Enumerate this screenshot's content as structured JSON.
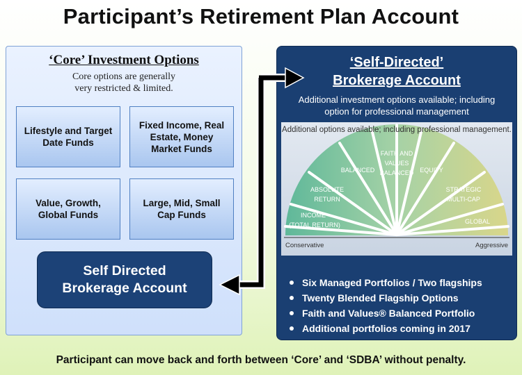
{
  "title": "Participant’s Retirement Plan Account",
  "core": {
    "heading": "‘Core’ Investment Options",
    "subtitle_line1": "Core options are generally",
    "subtitle_line2": "very restricted & limited.",
    "boxes": [
      {
        "line1": "Lifestyle and Target",
        "line2": "Date Funds",
        "line3": ""
      },
      {
        "line1": "Fixed Income, Real",
        "line2": "Estate, Money",
        "line3": "Market Funds"
      },
      {
        "line1": "Value, Growth,",
        "line2": "Global Funds",
        "line3": ""
      },
      {
        "line1": "Large, Mid, Small",
        "line2": "Cap Funds",
        "line3": ""
      }
    ],
    "sdba_button_line1": "Self Directed",
    "sdba_button_line2": "Brokerage Account"
  },
  "sdba": {
    "title_line1": "‘Self-Directed’",
    "title_line2": "Brokerage Account",
    "subtitle_line1": "Additional investment options available; including",
    "subtitle_line2": "option for professional management",
    "graphic": {
      "heading": "Additional options available; including professional management.",
      "labels": {
        "income_1": "INCOME",
        "income_2": "(TOTAL RETURN)",
        "absolute_1": "ABSOLUTE",
        "absolute_2": "RETURN",
        "balanced": "BALANCED",
        "faith_1": "FAITH AND",
        "faith_2": "VALUES",
        "faith_3": "BALANCED",
        "equity": "EQUITY",
        "strategic_1": "STRATEGIC",
        "strategic_2": "MULTI-CAP",
        "global": "GLOBAL"
      },
      "axis_left": "Conservative",
      "axis_right": "Aggressive"
    },
    "bullets": [
      "Six Managed Portfolios / Two flagships",
      "Twenty Blended Flagship Options",
      "Faith and Values® Balanced Portfolio",
      "Additional portfolios coming in 2017"
    ]
  },
  "footer": "Participant can move back and forth between ‘Core’ and ‘SDBA’ without penalty.",
  "colors": {
    "navy": "#1a3f72",
    "box_border": "#4f7fc2",
    "fan_green": "#7cc4a2",
    "fan_yellow": "#d9d68a"
  }
}
